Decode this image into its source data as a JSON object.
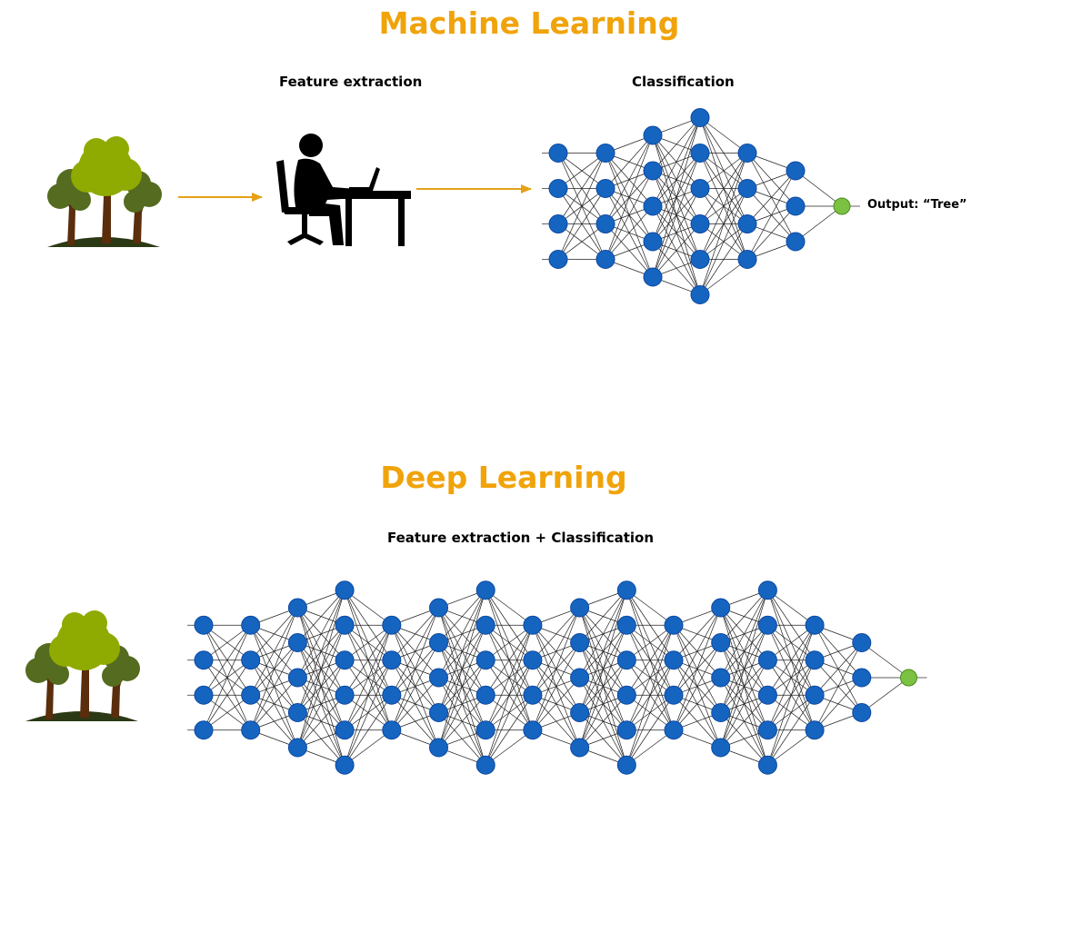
{
  "colors": {
    "title": "#f0a30a",
    "neuron": "#1565c0",
    "output_neuron": "#7cc242",
    "arrow": "#e6a117",
    "foliage_light": "#8faa00",
    "foliage_dark": "#556b1f",
    "trunk": "#5a2d0c",
    "ground": "#2b3a14"
  },
  "machine_learning": {
    "title": "Machine Learning",
    "step1_label": "Feature extraction",
    "step2_label": "Classification",
    "output_label": "Output: “Tree”",
    "icons": [
      "tree-icon",
      "arrow-right-icon",
      "person-at-computer-icon",
      "arrow-right-icon",
      "neural-network-icon"
    ],
    "network_layers": [
      4,
      4,
      5,
      6,
      4,
      3,
      1
    ]
  },
  "deep_learning": {
    "title": "Deep Learning",
    "label": "Feature extraction + Classification",
    "icons": [
      "tree-icon",
      "neural-network-icon"
    ],
    "network_layers": [
      4,
      4,
      5,
      6,
      4,
      5,
      6,
      4,
      5,
      6,
      4,
      5,
      6,
      4,
      3,
      1
    ]
  }
}
